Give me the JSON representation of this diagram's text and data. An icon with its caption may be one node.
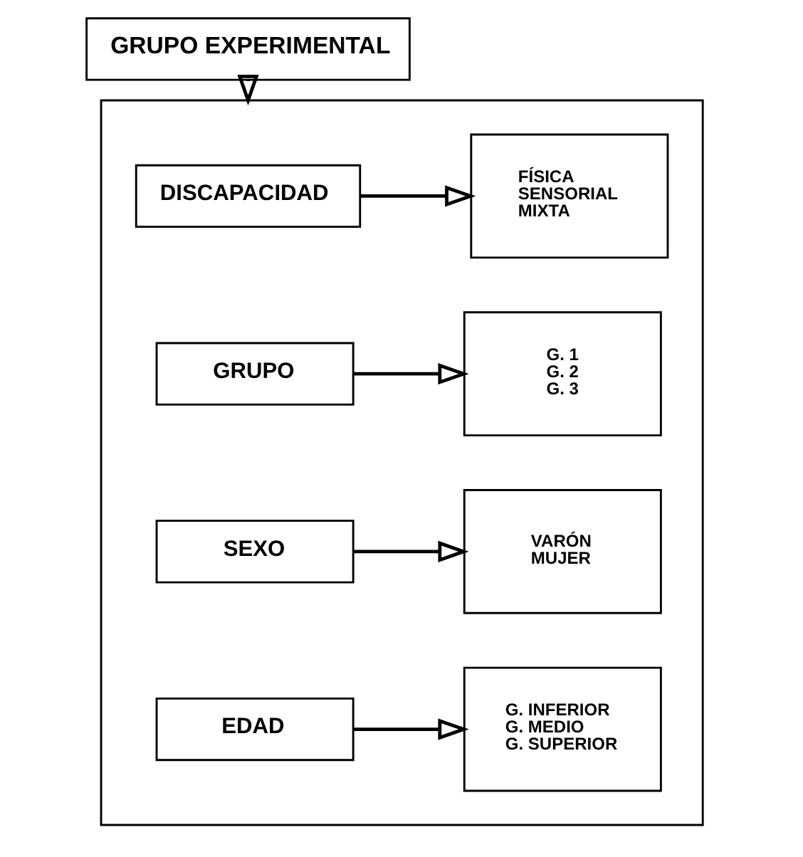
{
  "diagram": {
    "nodes": [
      {
        "text": [
          "GRUPO EXPERIMENTAL"
        ]
      },
      {
        "text": [],
        "shape": "box"
      },
      {
        "text": [
          "DISCAPACIDAD"
        ],
        "in": 1
      },
      {
        "text": [
          "FÍSICA",
          "SENSORIAL",
          "MIXTA"
        ],
        "in": 1
      },
      {
        "text": [
          "GRUPO"
        ],
        "in": 1
      },
      {
        "text": [
          "G. 1",
          "G. 2",
          "G. 3"
        ],
        "in": 1
      },
      {
        "text": [
          "SEXO"
        ],
        "in": 1
      },
      {
        "text": [
          "VARÓN",
          "MUJER"
        ],
        "in": 1
      },
      {
        "text": [
          "EDAD"
        ],
        "in": 1
      },
      {
        "text": [
          "G. INFERIOR",
          "G. MEDIO",
          "G. SUPERIOR"
        ],
        "in": 1
      }
    ],
    "edges": [
      {
        "from": 0,
        "to": 1,
        "arrow": "to"
      },
      {
        "from": 2,
        "to": 3,
        "arrow": "to"
      },
      {
        "from": 4,
        "to": 5,
        "arrow": "to"
      },
      {
        "from": 6,
        "to": 7,
        "arrow": "to"
      },
      {
        "from": 8,
        "to": 9,
        "arrow": "to"
      }
    ]
  }
}
